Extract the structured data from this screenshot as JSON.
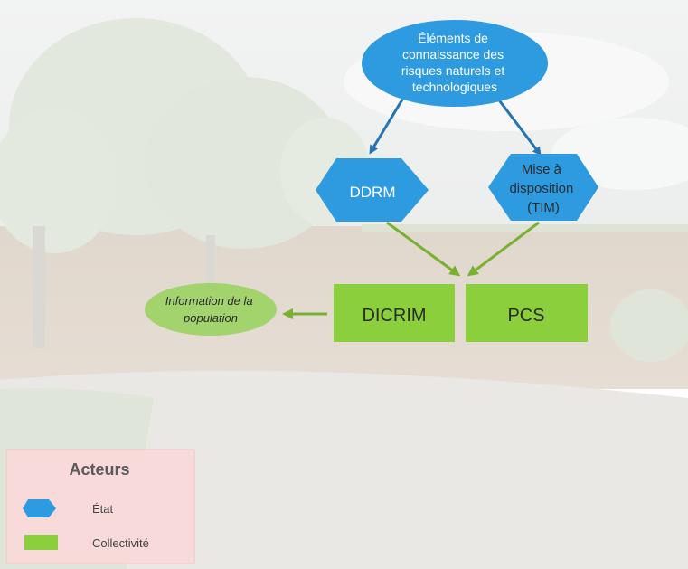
{
  "nodes": {
    "elements": {
      "lines": [
        "Éléments de",
        "connaissance des",
        "risques naturels et",
        "technologiques"
      ]
    },
    "ddrm": {
      "label": "DDRM"
    },
    "tim": {
      "lines": [
        "Mise à",
        "disposition",
        "(TIM)"
      ]
    },
    "dicrim": {
      "label": "DICRIM"
    },
    "pcs": {
      "label": "PCS"
    },
    "information": {
      "lines": [
        "Information de la",
        "population"
      ]
    }
  },
  "legend": {
    "title": "Acteurs",
    "items": [
      {
        "label": "État",
        "shape": "hexagon",
        "color": "#2e9be0"
      },
      {
        "label": "Collectivité",
        "shape": "rectangle",
        "color": "#8ccf3c"
      }
    ]
  },
  "colors": {
    "state_blue": "#2e9be0",
    "state_arrow": "#2575b5",
    "collectivite_green": "#8ccf3c",
    "collectivite_arrow": "#7ab032",
    "info_green": "#a3d36c",
    "legend_bg": "#f8dada"
  }
}
